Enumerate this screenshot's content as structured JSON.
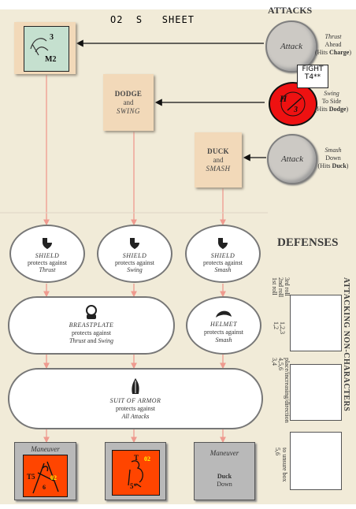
{
  "sheet_title": "O2  S   SHEET",
  "headings": {
    "attacks": "ATTACKS",
    "defenses": "DEFENSES",
    "attacking_non_characters": "ATTACKING NON-CHARACTERS"
  },
  "player_card": {
    "num": "3",
    "code": "M2"
  },
  "dodge_box": {
    "line1": "DODGE",
    "line2": "and",
    "line3": "SWING"
  },
  "duck_box": {
    "line1": "DUCK",
    "line2": "and",
    "line3": "SMASH"
  },
  "attacks": [
    {
      "circle_label": "Attack",
      "desc1": "Thrust",
      "desc2": "Ahead",
      "desc3": "(Hits ",
      "desc_bold": "Charge",
      "desc_end": ")"
    },
    {
      "circle_label": "H",
      "circle_num": "3",
      "desc1": "Swing",
      "desc2": "To Side",
      "desc3": "(Hits ",
      "desc_bold": "Dodge",
      "desc_end": ")"
    },
    {
      "circle_label": "Attack",
      "desc1": "Smash",
      "desc2": "Down",
      "desc3": "(Hits ",
      "desc_bold": "Duck",
      "desc_end": ")"
    }
  ],
  "fight_tag": {
    "line1": "FIGHT",
    "line2": "T4**"
  },
  "shields": [
    {
      "title": "SHIELD",
      "text": "protects against",
      "target": "Thrust"
    },
    {
      "title": "SHIELD",
      "text": "protects against",
      "target": "Swing"
    },
    {
      "title": "SHIELD",
      "text": "protects against",
      "target": "Smash"
    }
  ],
  "breastplate": {
    "title": "BREASTPLATE",
    "text": "protects against",
    "target_a": "Thrust",
    "and": "and",
    "target_b": "Swing"
  },
  "helmet": {
    "title": "HELMET",
    "text": "protects against",
    "target": "Smash"
  },
  "suit": {
    "title": "SUIT OF ARMOR",
    "text": "protects against",
    "target": "All Attacks"
  },
  "rolls": {
    "r1": "1st roll",
    "r2": "2nd roll",
    "r3": "3rd roll",
    "v1": "1,2",
    "v2": "1,2,3",
    "v3": "3,4",
    "v4": "4,5,6",
    "dir": "place/increasing/direction",
    "v5": "5,6",
    "unsure": "to unsure box"
  },
  "maneuvers": [
    {
      "label": "Maneuver",
      "t": "T5",
      "code": "02",
      "num": "6"
    },
    {
      "label": "",
      "t": "T",
      "code": "02",
      "num": "5*"
    },
    {
      "label": "Maneuver",
      "line1": "Duck",
      "line2": "Down"
    }
  ],
  "colors": {
    "arrow": "#ef9a8f",
    "tan": "#f2d9b9",
    "orange": "#ff4500",
    "red": "#ee1111"
  }
}
